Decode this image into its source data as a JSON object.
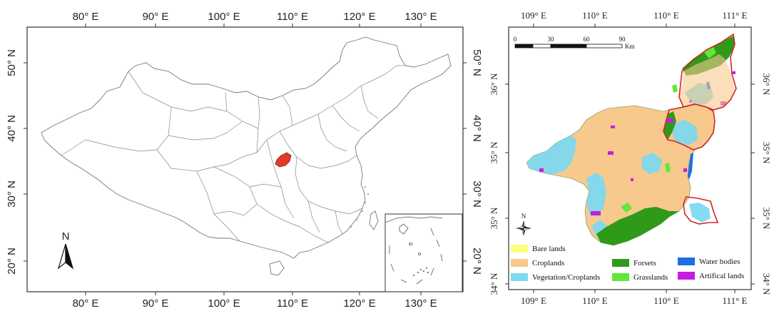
{
  "china_map": {
    "x_ticks": [
      "80° E",
      "90° E",
      "100° E",
      "110° E",
      "120° E",
      "130° E"
    ],
    "y_ticks": [
      "50° N",
      "40° N",
      "30° N",
      "20° N"
    ],
    "north_label": "N"
  },
  "detail_map": {
    "x_ticks": [
      "109° E",
      "110° E",
      "110° E",
      "111° E"
    ],
    "y_ticks": [
      "36° N",
      "35° N",
      "35° N",
      "34° N"
    ],
    "right_y_ticks": [
      "36° N",
      "35° N",
      "35° N",
      "34° N"
    ],
    "compass_label": "N",
    "scale_labels": [
      "0",
      "30",
      "60",
      "90"
    ],
    "scale_unit": "Km",
    "legend": [
      {
        "label": "Bare lands",
        "color": "#ffff7f"
      },
      {
        "label": "Croplands",
        "color": "#f7c98c"
      },
      {
        "label": "Vegetation/Croplands",
        "color": "#7fd8f0"
      },
      {
        "label": "Forsets",
        "color": "#2f9a1a"
      },
      {
        "label": "Grasslands",
        "color": "#5fe83a"
      },
      {
        "label": "Water bodies",
        "color": "#1f6fe0"
      },
      {
        "label": "Artifical lands",
        "color": "#c21fe0"
      }
    ],
    "boundary_color": "#d12626"
  }
}
